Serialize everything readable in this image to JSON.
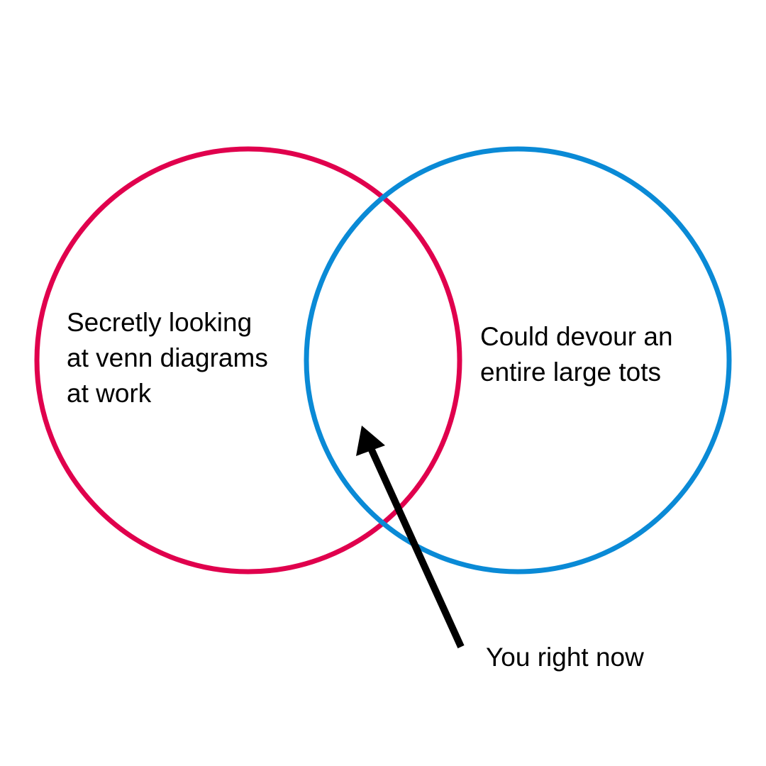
{
  "diagram": {
    "left_set": {
      "label_lines": [
        "Secretly looking",
        "at venn diagrams",
        "at work"
      ],
      "color": "#e0004d"
    },
    "right_set": {
      "label_lines": [
        "Could devour an",
        "entire large tots"
      ],
      "color": "#0a8ad6"
    },
    "pointer": {
      "label": "You right now",
      "color": "#000000"
    }
  }
}
